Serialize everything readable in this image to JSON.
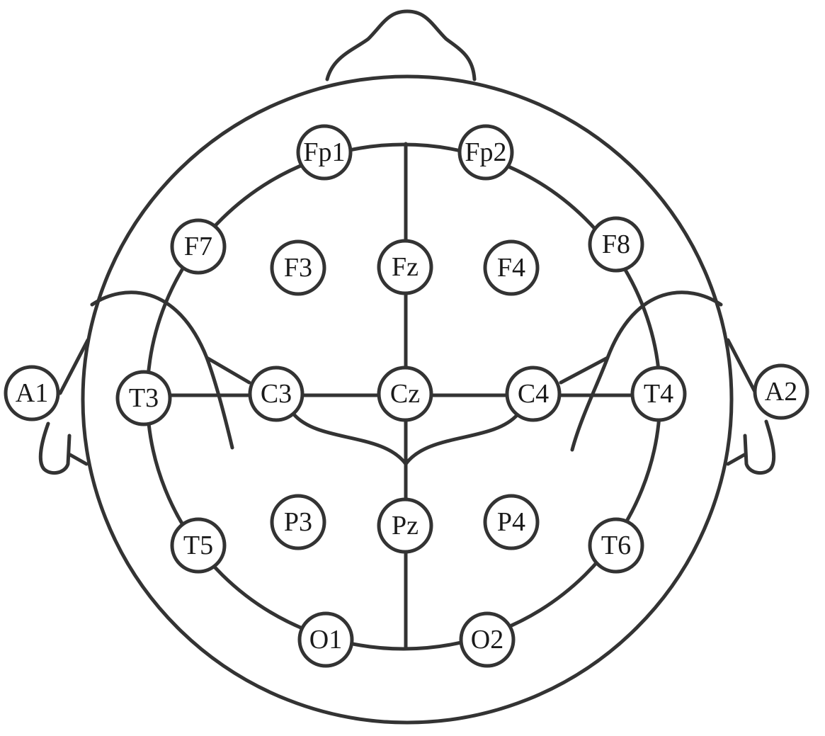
{
  "diagram": {
    "electrodes": [
      {
        "id": "Fp1",
        "label": "Fp1"
      },
      {
        "id": "Fp2",
        "label": "Fp2"
      },
      {
        "id": "F7",
        "label": "F7"
      },
      {
        "id": "F3",
        "label": "F3"
      },
      {
        "id": "Fz",
        "label": "Fz"
      },
      {
        "id": "F4",
        "label": "F4"
      },
      {
        "id": "F8",
        "label": "F8"
      },
      {
        "id": "A1",
        "label": "A1"
      },
      {
        "id": "T3",
        "label": "T3"
      },
      {
        "id": "C3",
        "label": "C3"
      },
      {
        "id": "Cz",
        "label": "Cz"
      },
      {
        "id": "C4",
        "label": "C4"
      },
      {
        "id": "T4",
        "label": "T4"
      },
      {
        "id": "A2",
        "label": "A2"
      },
      {
        "id": "T5",
        "label": "T5"
      },
      {
        "id": "P3",
        "label": "P3"
      },
      {
        "id": "Pz",
        "label": "Pz"
      },
      {
        "id": "P4",
        "label": "P4"
      },
      {
        "id": "T6",
        "label": "T6"
      },
      {
        "id": "O1",
        "label": "O1"
      },
      {
        "id": "O2",
        "label": "O2"
      }
    ],
    "stroke_color": "#333333"
  }
}
